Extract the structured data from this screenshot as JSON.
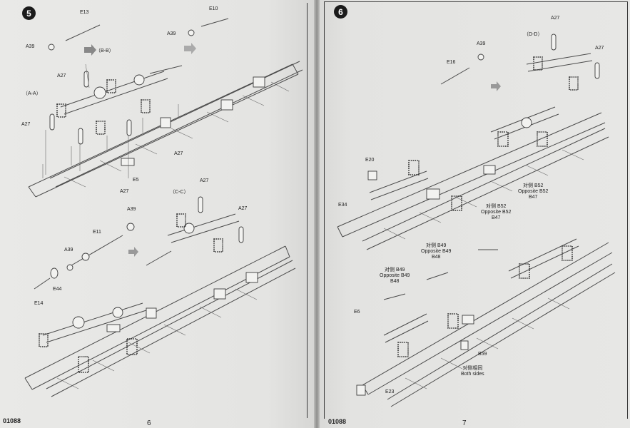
{
  "left_page": {
    "step_number": "5",
    "footer_code": "01088",
    "page_number": "6",
    "labels": {
      "e13": "E13",
      "a39_top": "A39",
      "e10": "E10",
      "a39_top2": "A39",
      "view_bb": "（B-B）",
      "a27_1": "A27",
      "view_aa": "（A-A）",
      "a27_2": "A27",
      "a27_3": "A27",
      "e5": "E5",
      "a27_4": "A27",
      "a39_mid": "A39",
      "e11": "E11",
      "a39_mid2": "A39",
      "e44": "E44",
      "e14": "E14",
      "view_cc": "（C-C）",
      "a27_5": "A27",
      "a27_6": "A27"
    }
  },
  "right_page": {
    "step_number": "6",
    "footer_code": "01088",
    "page_number": "7",
    "labels": {
      "a39": "A39",
      "e16": "E16",
      "view_dd": "（D-D）",
      "a27_1": "A27",
      "a27_2": "A27",
      "e20": "E20",
      "e34": "E34",
      "opp_b52_cn_1": "对侧 B52",
      "opp_b52_1": "Opposite B52",
      "b47_1": "B47",
      "opp_b52_cn_2": "对侧 B52",
      "opp_b52_2": "Opposite B52",
      "b47_2": "B47",
      "opp_b49_cn_1": "对侧 B49",
      "opp_b49_1": "Opposite B49",
      "b48_1": "B48",
      "opp_b49_cn_2": "对侧 B49",
      "opp_b49_2": "Opposite B49",
      "b48_2": "B48",
      "e6": "E6",
      "b59": "B59",
      "both_cn": "对侧相同",
      "both_sides": "Both sides",
      "e23": "E23"
    }
  }
}
